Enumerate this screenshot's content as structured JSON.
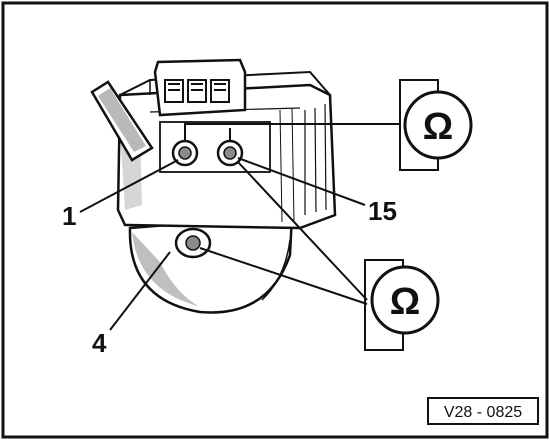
{
  "diagram": {
    "labels": {
      "pin_1": "1",
      "pin_15": "15",
      "pin_4": "4"
    },
    "ohmmeter_symbol": "Ω",
    "figure_code": "V28 - 0825",
    "colors": {
      "ink": "#111111",
      "paper": "#ffffff",
      "shade": "#8a8a8a"
    }
  }
}
